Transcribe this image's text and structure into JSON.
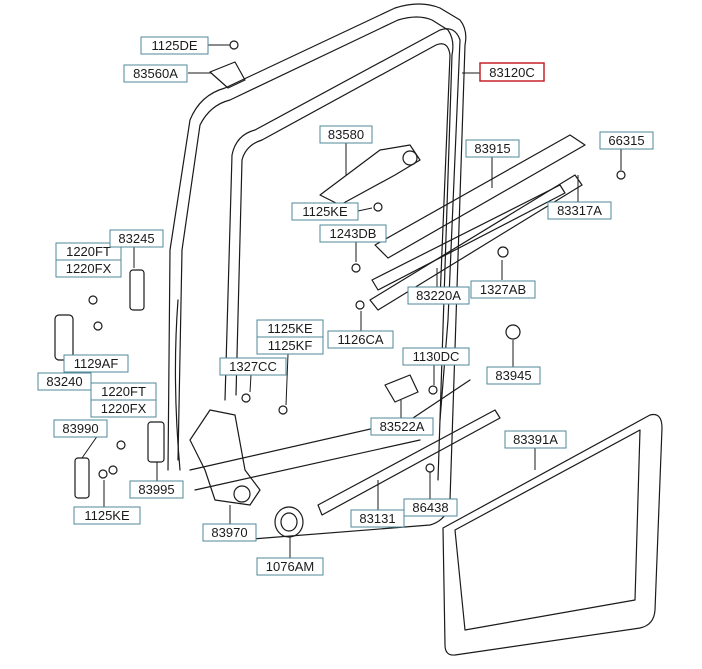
{
  "diagram": {
    "highlight_color": "#c8202a",
    "callout_border": "#4f8a9a",
    "line_color": "#1a1a1a",
    "labels": [
      {
        "id": "1125DE",
        "text": "1125DE"
      },
      {
        "id": "83560A",
        "text": "83560A"
      },
      {
        "id": "83120C",
        "text": "83120C",
        "highlighted": true
      },
      {
        "id": "83580",
        "text": "83580"
      },
      {
        "id": "83915",
        "text": "83915"
      },
      {
        "id": "66315",
        "text": "66315"
      },
      {
        "id": "1125KE_top",
        "text": "1125KE"
      },
      {
        "id": "83317A",
        "text": "83317A"
      },
      {
        "id": "1243DB",
        "text": "1243DB"
      },
      {
        "id": "1220FT_a",
        "text": "1220FT"
      },
      {
        "id": "83245",
        "text": "83245"
      },
      {
        "id": "1220FX_a",
        "text": "1220FX"
      },
      {
        "id": "83220A",
        "text": "83220A"
      },
      {
        "id": "1327AB",
        "text": "1327AB"
      },
      {
        "id": "1125KE_mid",
        "text": "1125KE"
      },
      {
        "id": "1126CA",
        "text": "1126CA"
      },
      {
        "id": "1125KF",
        "text": "1125KF"
      },
      {
        "id": "1129AF",
        "text": "1129AF"
      },
      {
        "id": "1130DC",
        "text": "1130DC"
      },
      {
        "id": "1327CC",
        "text": "1327CC"
      },
      {
        "id": "83240",
        "text": "83240"
      },
      {
        "id": "83945",
        "text": "83945"
      },
      {
        "id": "1220FT_b",
        "text": "1220FT"
      },
      {
        "id": "1220FX_b",
        "text": "1220FX"
      },
      {
        "id": "83522A",
        "text": "83522A"
      },
      {
        "id": "83990",
        "text": "83990"
      },
      {
        "id": "83391A",
        "text": "83391A"
      },
      {
        "id": "83995",
        "text": "83995"
      },
      {
        "id": "86438",
        "text": "86438"
      },
      {
        "id": "1125KE_low",
        "text": "1125KE"
      },
      {
        "id": "83131",
        "text": "83131"
      },
      {
        "id": "83970",
        "text": "83970"
      },
      {
        "id": "1076AM",
        "text": "1076AM"
      }
    ]
  }
}
